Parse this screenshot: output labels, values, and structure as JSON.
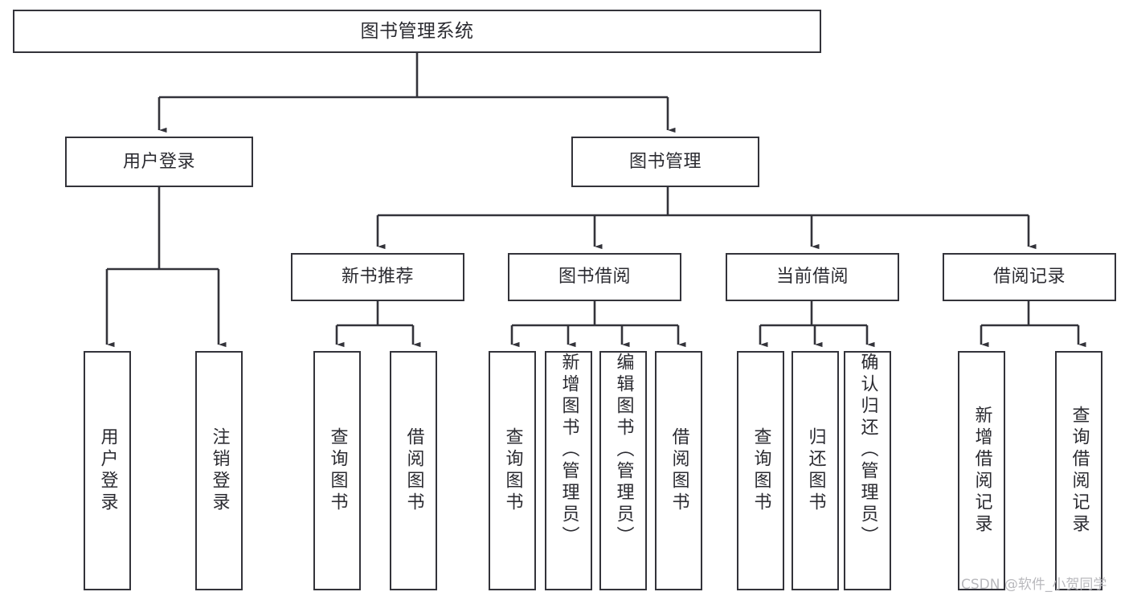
{
  "diagram": {
    "type": "tree-hierarchy",
    "title": "图书管理系统",
    "nodes": {
      "root": {
        "label": "图书管理系统"
      },
      "level2": [
        {
          "id": "user-login",
          "label": "用户登录"
        },
        {
          "id": "book-manage",
          "label": "图书管理"
        }
      ],
      "level3": [
        {
          "id": "new-book-recommend",
          "label": "新书推荐"
        },
        {
          "id": "book-borrow",
          "label": "图书借阅"
        },
        {
          "id": "current-borrow",
          "label": "当前借阅"
        },
        {
          "id": "borrow-record",
          "label": "借阅记录"
        }
      ],
      "leaves": {
        "user_login": [
          {
            "id": "leaf-user-login",
            "label": "用户登录"
          },
          {
            "id": "leaf-logout-login",
            "label": "注销登录"
          }
        ],
        "new_book_recommend": [
          {
            "id": "leaf-query-book-1",
            "label": "查询图书"
          },
          {
            "id": "leaf-borrow-book-1",
            "label": "借阅图书"
          }
        ],
        "book_borrow": [
          {
            "id": "leaf-query-book-2",
            "label": "查询图书"
          },
          {
            "id": "leaf-add-book",
            "label": "新增图书（管理员）"
          },
          {
            "id": "leaf-edit-book",
            "label": "编辑图书（管理员）"
          },
          {
            "id": "leaf-borrow-book-2",
            "label": "借阅图书"
          }
        ],
        "current_borrow": [
          {
            "id": "leaf-query-book-3",
            "label": "查询图书"
          },
          {
            "id": "leaf-return-book",
            "label": "归还图书"
          },
          {
            "id": "leaf-confirm-return",
            "label": "确认归还（管理员）"
          }
        ],
        "borrow_record": [
          {
            "id": "leaf-add-record",
            "label": "新增借阅记录"
          },
          {
            "id": "leaf-query-record",
            "label": "查询借阅记录"
          }
        ]
      }
    },
    "colors": {
      "border": "#33333a",
      "connector": "#33333a",
      "background": "#ffffff",
      "text": "#2b2b31",
      "watermark": "#b9b9bd"
    }
  },
  "watermark": {
    "text": "CSDN @软件_小贺同学"
  }
}
